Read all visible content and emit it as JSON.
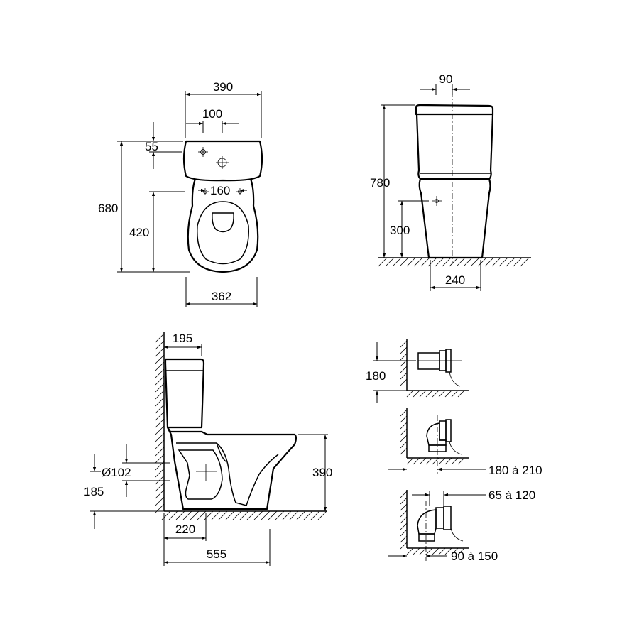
{
  "top_view": {
    "width_390": "390",
    "spacing_100": "100",
    "offset_55": "55",
    "height_680": "680",
    "height_420": "420",
    "spacing_160": "160",
    "width_362": "362"
  },
  "front_view": {
    "spacing_90": "90",
    "height_780": "780",
    "height_300": "300",
    "width_240": "240"
  },
  "side_view": {
    "depth_195": "195",
    "outlet_diameter": "Ø102",
    "height_185": "185",
    "height_390": "390",
    "depth_220": "220",
    "depth_555": "555"
  },
  "connections": {
    "height_180": "180",
    "range_180_210": "180 à 210",
    "range_65_120": "65 à 120",
    "range_90_150": "90 à 150"
  }
}
